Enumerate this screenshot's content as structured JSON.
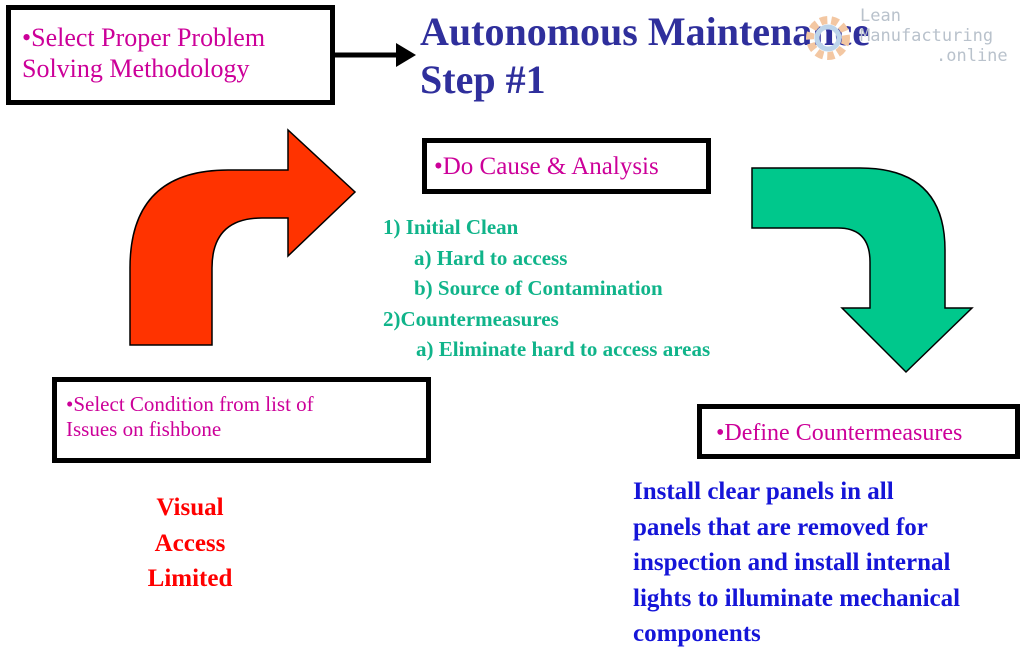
{
  "title": "Autonomous Maintenance\nStep #1",
  "watermark": {
    "line1": "Lean",
    "line2": "Manufacturing",
    "line3": ".online"
  },
  "boxes": {
    "select_methodology": "•Select Proper Problem\nSolving Methodology",
    "do_cause": "•Do Cause & Analysis",
    "select_condition": "•Select Condition from list of\nIssues on fishbone",
    "define_countermeasures": "•Define Countermeasures"
  },
  "steps": {
    "step1": "1) Initial Clean",
    "step1a": "a) Hard to access",
    "step1b": "b) Source of Contamination",
    "step2": "2)Countermeasures",
    "step2a": "a) Eliminate hard to access areas"
  },
  "visual_text": "Visual\nAccess\nLimited",
  "solution_text": " Install clear panels in all\npanels that are removed for\ninspection and install internal\nlights to illuminate mechanical\ncomponents",
  "colors": {
    "red_arrow": "#ff3300",
    "green_arrow": "#00c88c",
    "box_text": "#cc0099",
    "title": "#2f2f9c",
    "steps": "#10b48a",
    "visual": "#ff0000",
    "solution": "#1515d8"
  }
}
